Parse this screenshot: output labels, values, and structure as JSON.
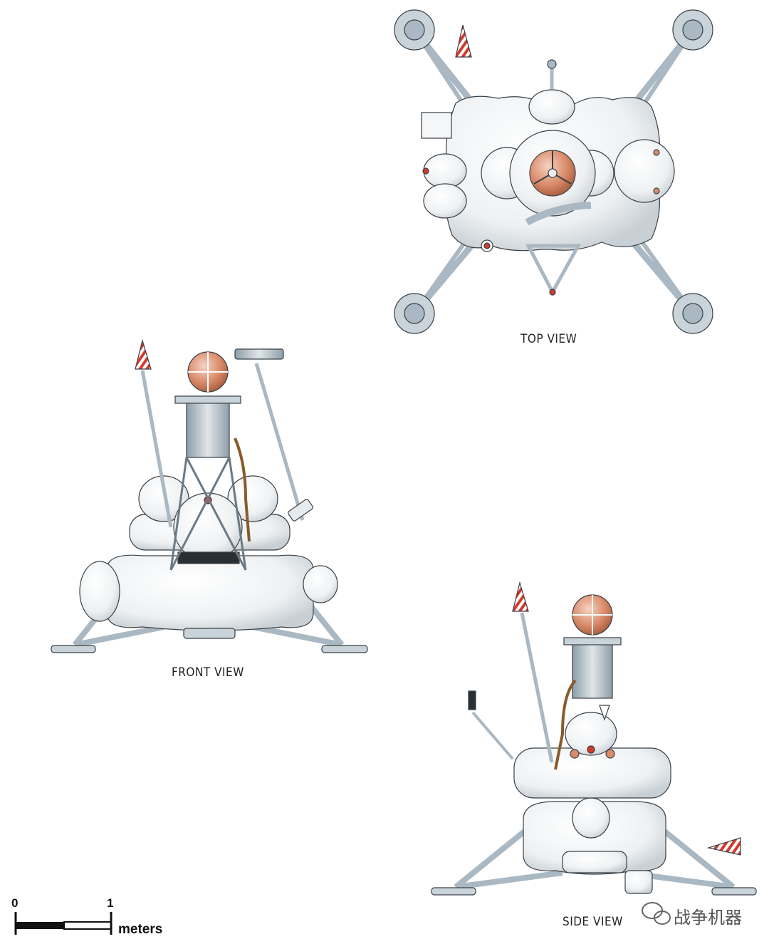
{
  "views": {
    "top": {
      "caption": "TOP VIEW"
    },
    "front": {
      "caption": "FRONT VIEW"
    },
    "side": {
      "caption": "SIDE VIEW"
    }
  },
  "scale_bar": {
    "start_label": "0",
    "end_label": "1",
    "unit": "meters"
  },
  "watermark": {
    "text": "战争机器"
  },
  "colors": {
    "structure": "#a9b8c2",
    "tank_white": "#f6f7f8",
    "outline": "#3a4046",
    "sphere_copper": "#d98a68",
    "marker_red": "#d33a2c",
    "cable_brown": "#8a5a2b"
  }
}
